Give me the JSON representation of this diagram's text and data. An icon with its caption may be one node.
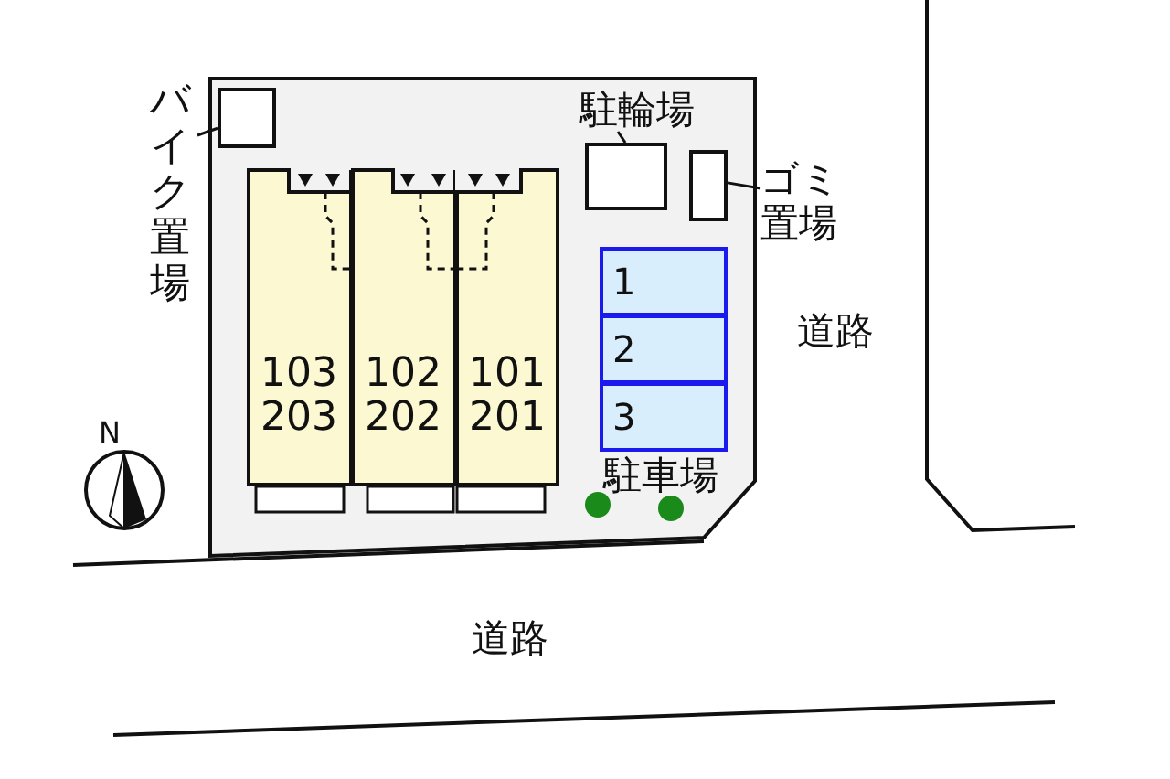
{
  "diagram": {
    "nodes": [
      {
        "text": [
          "バイク置場"
        ]
      },
      {
        "text": [],
        "shape": "box"
      },
      {
        "text": [
          "駐輪場"
        ]
      },
      {
        "text": [],
        "shape": "box"
      },
      {
        "text": [
          "ゴミ置場"
        ]
      },
      {
        "text": [],
        "shape": "box"
      },
      {
        "text": [
          "103",
          "203"
        ]
      },
      {
        "text": [
          "102",
          "202"
        ]
      },
      {
        "text": [
          "101",
          "201"
        ]
      },
      {
        "text": [
          "1"
        ]
      },
      {
        "text": [
          "2"
        ]
      },
      {
        "text": [
          "3"
        ]
      }
    ],
    "edges": [
      {
        "from": 0,
        "to": 1,
        "arrow": "none"
      },
      {
        "from": 2,
        "to": 3,
        "arrow": "none"
      },
      {
        "from": 4,
        "to": 5,
        "arrow": "none"
      }
    ],
    "labels": [
      "駐車場",
      "道路",
      "道路",
      "N"
    ]
  }
}
